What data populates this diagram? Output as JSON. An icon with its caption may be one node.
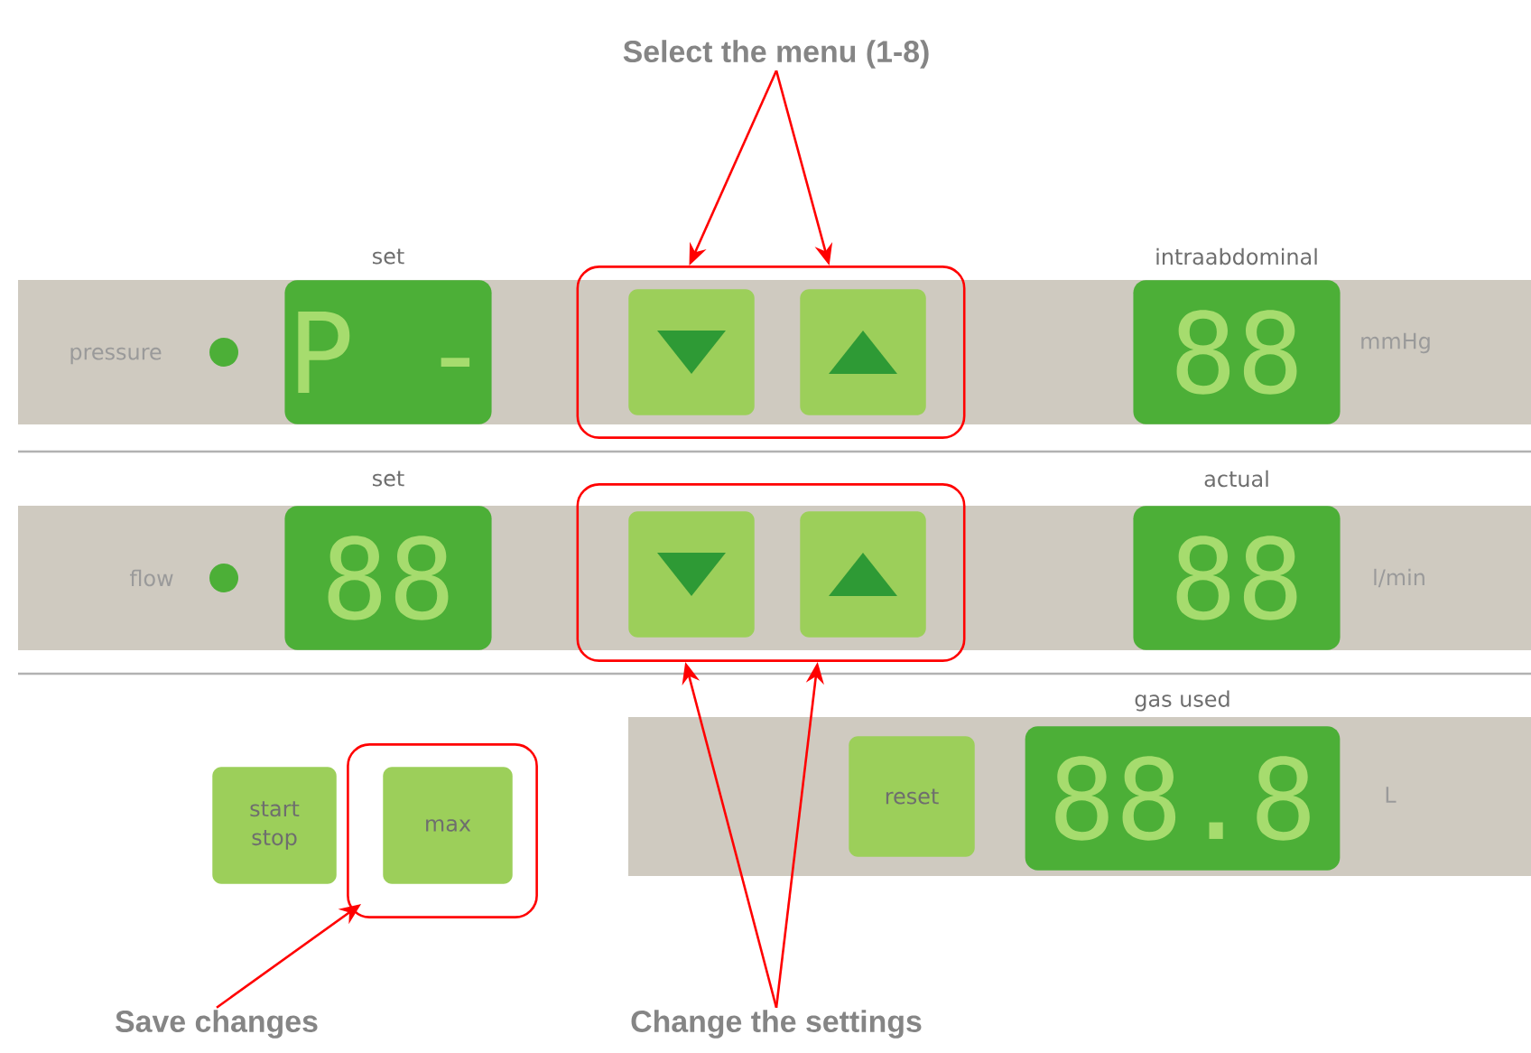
{
  "diagram": {
    "nodes": [
      {
        "text": [
          "Select the menu (1-8)"
        ]
      },
      {
        "text": [
          "P -"
        ],
        "beside": [
          "set"
        ]
      },
      {
        "text": [],
        "shape": "box"
      },
      {
        "text": [],
        "shape": "box",
        "in": 2
      },
      {
        "text": [],
        "shape": "box",
        "in": 2
      },
      {
        "text": [
          "88"
        ],
        "beside": [
          "intraabdominal",
          "mmHg"
        ]
      },
      {
        "text": [
          "88"
        ],
        "beside": [
          "set"
        ]
      },
      {
        "text": [],
        "shape": "box"
      },
      {
        "text": [],
        "shape": "box",
        "in": 7
      },
      {
        "text": [],
        "shape": "box",
        "in": 7
      },
      {
        "text": [
          "88"
        ],
        "beside": [
          "actual",
          "l/min"
        ]
      },
      {
        "text": [
          "start stop"
        ]
      },
      {
        "text": [],
        "shape": "box"
      },
      {
        "text": [
          "max"
        ],
        "in": 12
      },
      {
        "text": [
          "reset"
        ]
      },
      {
        "text": [
          "88.8"
        ],
        "beside": [
          "gas used",
          "L"
        ]
      },
      {
        "text": [
          "Save changes"
        ]
      },
      {
        "text": [
          "Change the settings"
        ]
      }
    ],
    "edges": [
      {
        "from": 0,
        "to": 2,
        "arrow": "to"
      },
      {
        "from": 0,
        "to": 2,
        "arrow": "to"
      },
      {
        "from": 16,
        "to": 12,
        "arrow": "to"
      },
      {
        "from": 17,
        "to": 7,
        "arrow": "to"
      },
      {
        "from": 17,
        "to": 7,
        "arrow": "to"
      }
    ],
    "labels": [
      "pressure",
      "flow"
    ]
  }
}
